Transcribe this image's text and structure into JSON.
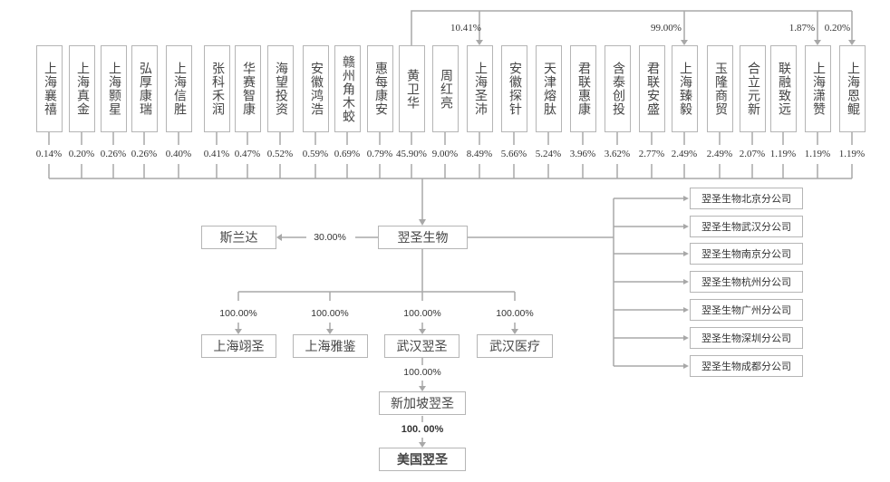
{
  "chart_data": {
    "type": "org_chart",
    "title": "",
    "shareholders": [
      {
        "name": "上海襄禧",
        "pct": "0.14%"
      },
      {
        "name": "上海真金",
        "pct": "0.20%"
      },
      {
        "name": "上海颢星",
        "pct": "0.26%"
      },
      {
        "name": "弘厚康瑞",
        "pct": "0.26%"
      },
      {
        "name": "上海信胜",
        "pct": "0.40%"
      },
      {
        "name": "张科禾润",
        "pct": "0.41%"
      },
      {
        "name": "华赛智康",
        "pct": "0.47%"
      },
      {
        "name": "海望投资",
        "pct": "0.52%"
      },
      {
        "name": "安徽鸿浩",
        "pct": "0.59%"
      },
      {
        "name": "赣州角木蛟",
        "pct": "0.69%"
      },
      {
        "name": "惠每康安",
        "pct": "0.79%"
      },
      {
        "name": "黄卫华",
        "pct": "45.90%"
      },
      {
        "name": "周红亮",
        "pct": "9.00%"
      },
      {
        "name": "上海圣沛",
        "pct": "8.49%"
      },
      {
        "name": "安徽探针",
        "pct": "5.66%"
      },
      {
        "name": "天津熔肽",
        "pct": "5.24%"
      },
      {
        "name": "君联惠康",
        "pct": "3.96%"
      },
      {
        "name": "含泰创投",
        "pct": "3.62%"
      },
      {
        "name": "君联安盛",
        "pct": "2.77%"
      },
      {
        "name": "上海臻毅",
        "pct": "2.49%"
      },
      {
        "name": "玉隆商贸",
        "pct": "2.49%"
      },
      {
        "name": "合立元新",
        "pct": "2.07%"
      },
      {
        "name": "联融致远",
        "pct": "1.19%"
      },
      {
        "name": "上海潇赞",
        "pct": "1.19%"
      },
      {
        "name": "上海恩鲲",
        "pct": "1.19%"
      }
    ],
    "founder_holdings": [
      {
        "from": "黄卫华",
        "to": "上海圣沛",
        "pct": "10.41%"
      },
      {
        "from": "黄卫华",
        "to": "上海臻毅",
        "pct": "99.00%"
      },
      {
        "from": "黄卫华",
        "to": "上海潇赞",
        "pct": "1.87%"
      },
      {
        "from": "黄卫华",
        "to": "上海恩鲲",
        "pct": "0.20%"
      }
    ],
    "company": "翌圣生物",
    "associate": {
      "name": "斯兰达",
      "pct": "30.00%"
    },
    "subsidiaries": [
      {
        "name": "上海翊圣",
        "pct": "100.00%"
      },
      {
        "name": "上海雅鉴",
        "pct": "100.00%"
      },
      {
        "name": "武汉翌圣",
        "pct": "100.00%"
      },
      {
        "name": "武汉医疗",
        "pct": "100.00%"
      }
    ],
    "sub_chain": [
      {
        "name": "新加坡翌圣",
        "pct": "100.00%"
      },
      {
        "name": "美国翌圣",
        "pct": "100. 00%"
      }
    ],
    "branches": [
      "翌圣生物北京分公司",
      "翌圣生物武汉分公司",
      "翌圣生物南京分公司",
      "翌圣生物杭州分公司",
      "翌圣生物广州分公司",
      "翌圣生物深圳分公司",
      "翌圣生物成都分公司"
    ]
  }
}
